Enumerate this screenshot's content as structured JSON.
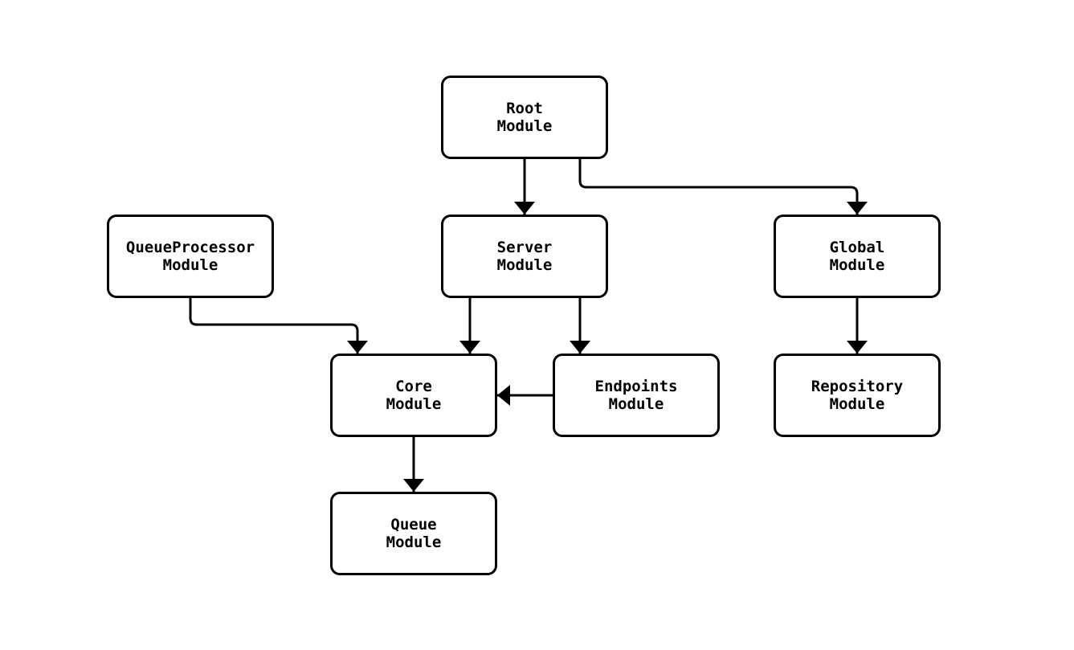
{
  "diagram": {
    "type": "module-dependency-flowchart",
    "background_color": "#ffffff",
    "node_fill_color": "#ffffff",
    "stroke_color": "#000000",
    "nodes": [
      {
        "id": "root",
        "label": "Root\nModule"
      },
      {
        "id": "queueprocessor",
        "label": "QueueProcessor\nModule"
      },
      {
        "id": "server",
        "label": "Server\nModule"
      },
      {
        "id": "global",
        "label": "Global\nModule"
      },
      {
        "id": "core",
        "label": "Core\nModule"
      },
      {
        "id": "endpoints",
        "label": "Endpoints\nModule"
      },
      {
        "id": "repository",
        "label": "Repository\nModule"
      },
      {
        "id": "queue",
        "label": "Queue\nModule"
      }
    ],
    "edges": [
      {
        "from": "Root Module",
        "to": "Server Module"
      },
      {
        "from": "Root Module",
        "to": "Global Module"
      },
      {
        "from": "QueueProcessor Module",
        "to": "Core Module"
      },
      {
        "from": "Server Module",
        "to": "Core Module"
      },
      {
        "from": "Server Module",
        "to": "Endpoints Module"
      },
      {
        "from": "Endpoints Module",
        "to": "Core Module"
      },
      {
        "from": "Global Module",
        "to": "Repository Module"
      },
      {
        "from": "Core Module",
        "to": "Queue Module"
      }
    ]
  }
}
